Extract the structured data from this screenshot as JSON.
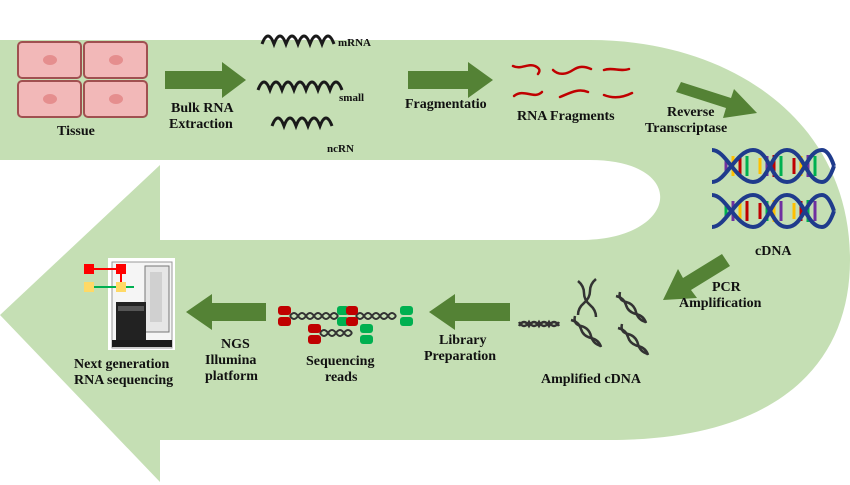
{
  "labels": {
    "tissue": "Tissue",
    "bulk_rna": "Bulk RNA",
    "extraction": "Extraction",
    "mrna": "mRNA",
    "small": "small",
    "ncrn": "ncRN",
    "fragmentation": "Fragmentatio",
    "rna_fragments": "RNA Fragments",
    "reverse": "Reverse",
    "transcriptase": "Transcriptase",
    "cdna": "cDNA",
    "pcr": "PCR",
    "amplification": "Amplification",
    "amplified_cdna": "Amplified cDNA",
    "library": "Library",
    "preparation": "Preparation",
    "sequencing": "Sequencing",
    "reads": "reads",
    "ngs": "NGS",
    "illumina": "Illumina",
    "platform": "platform",
    "next_generation": "Next generation",
    "rna_sequencing": "RNA sequencing"
  },
  "colors": {
    "band": "#c5dfb4",
    "arrow": "#548235",
    "cell_fill": "#f2b8b8",
    "cell_border": "#a05050",
    "rna_fragment": "#c00000",
    "dna_strand": "#1f3b8c",
    "read_red": "#c00000",
    "read_green": "#00b050"
  },
  "icons": [
    "tissue-cells-icon",
    "rna-coils-icon",
    "rna-fragments-icon",
    "cdna-helix-icon",
    "amplified-cdna-icon",
    "sequencing-reads-icon",
    "sequencer-machine-icon"
  ]
}
